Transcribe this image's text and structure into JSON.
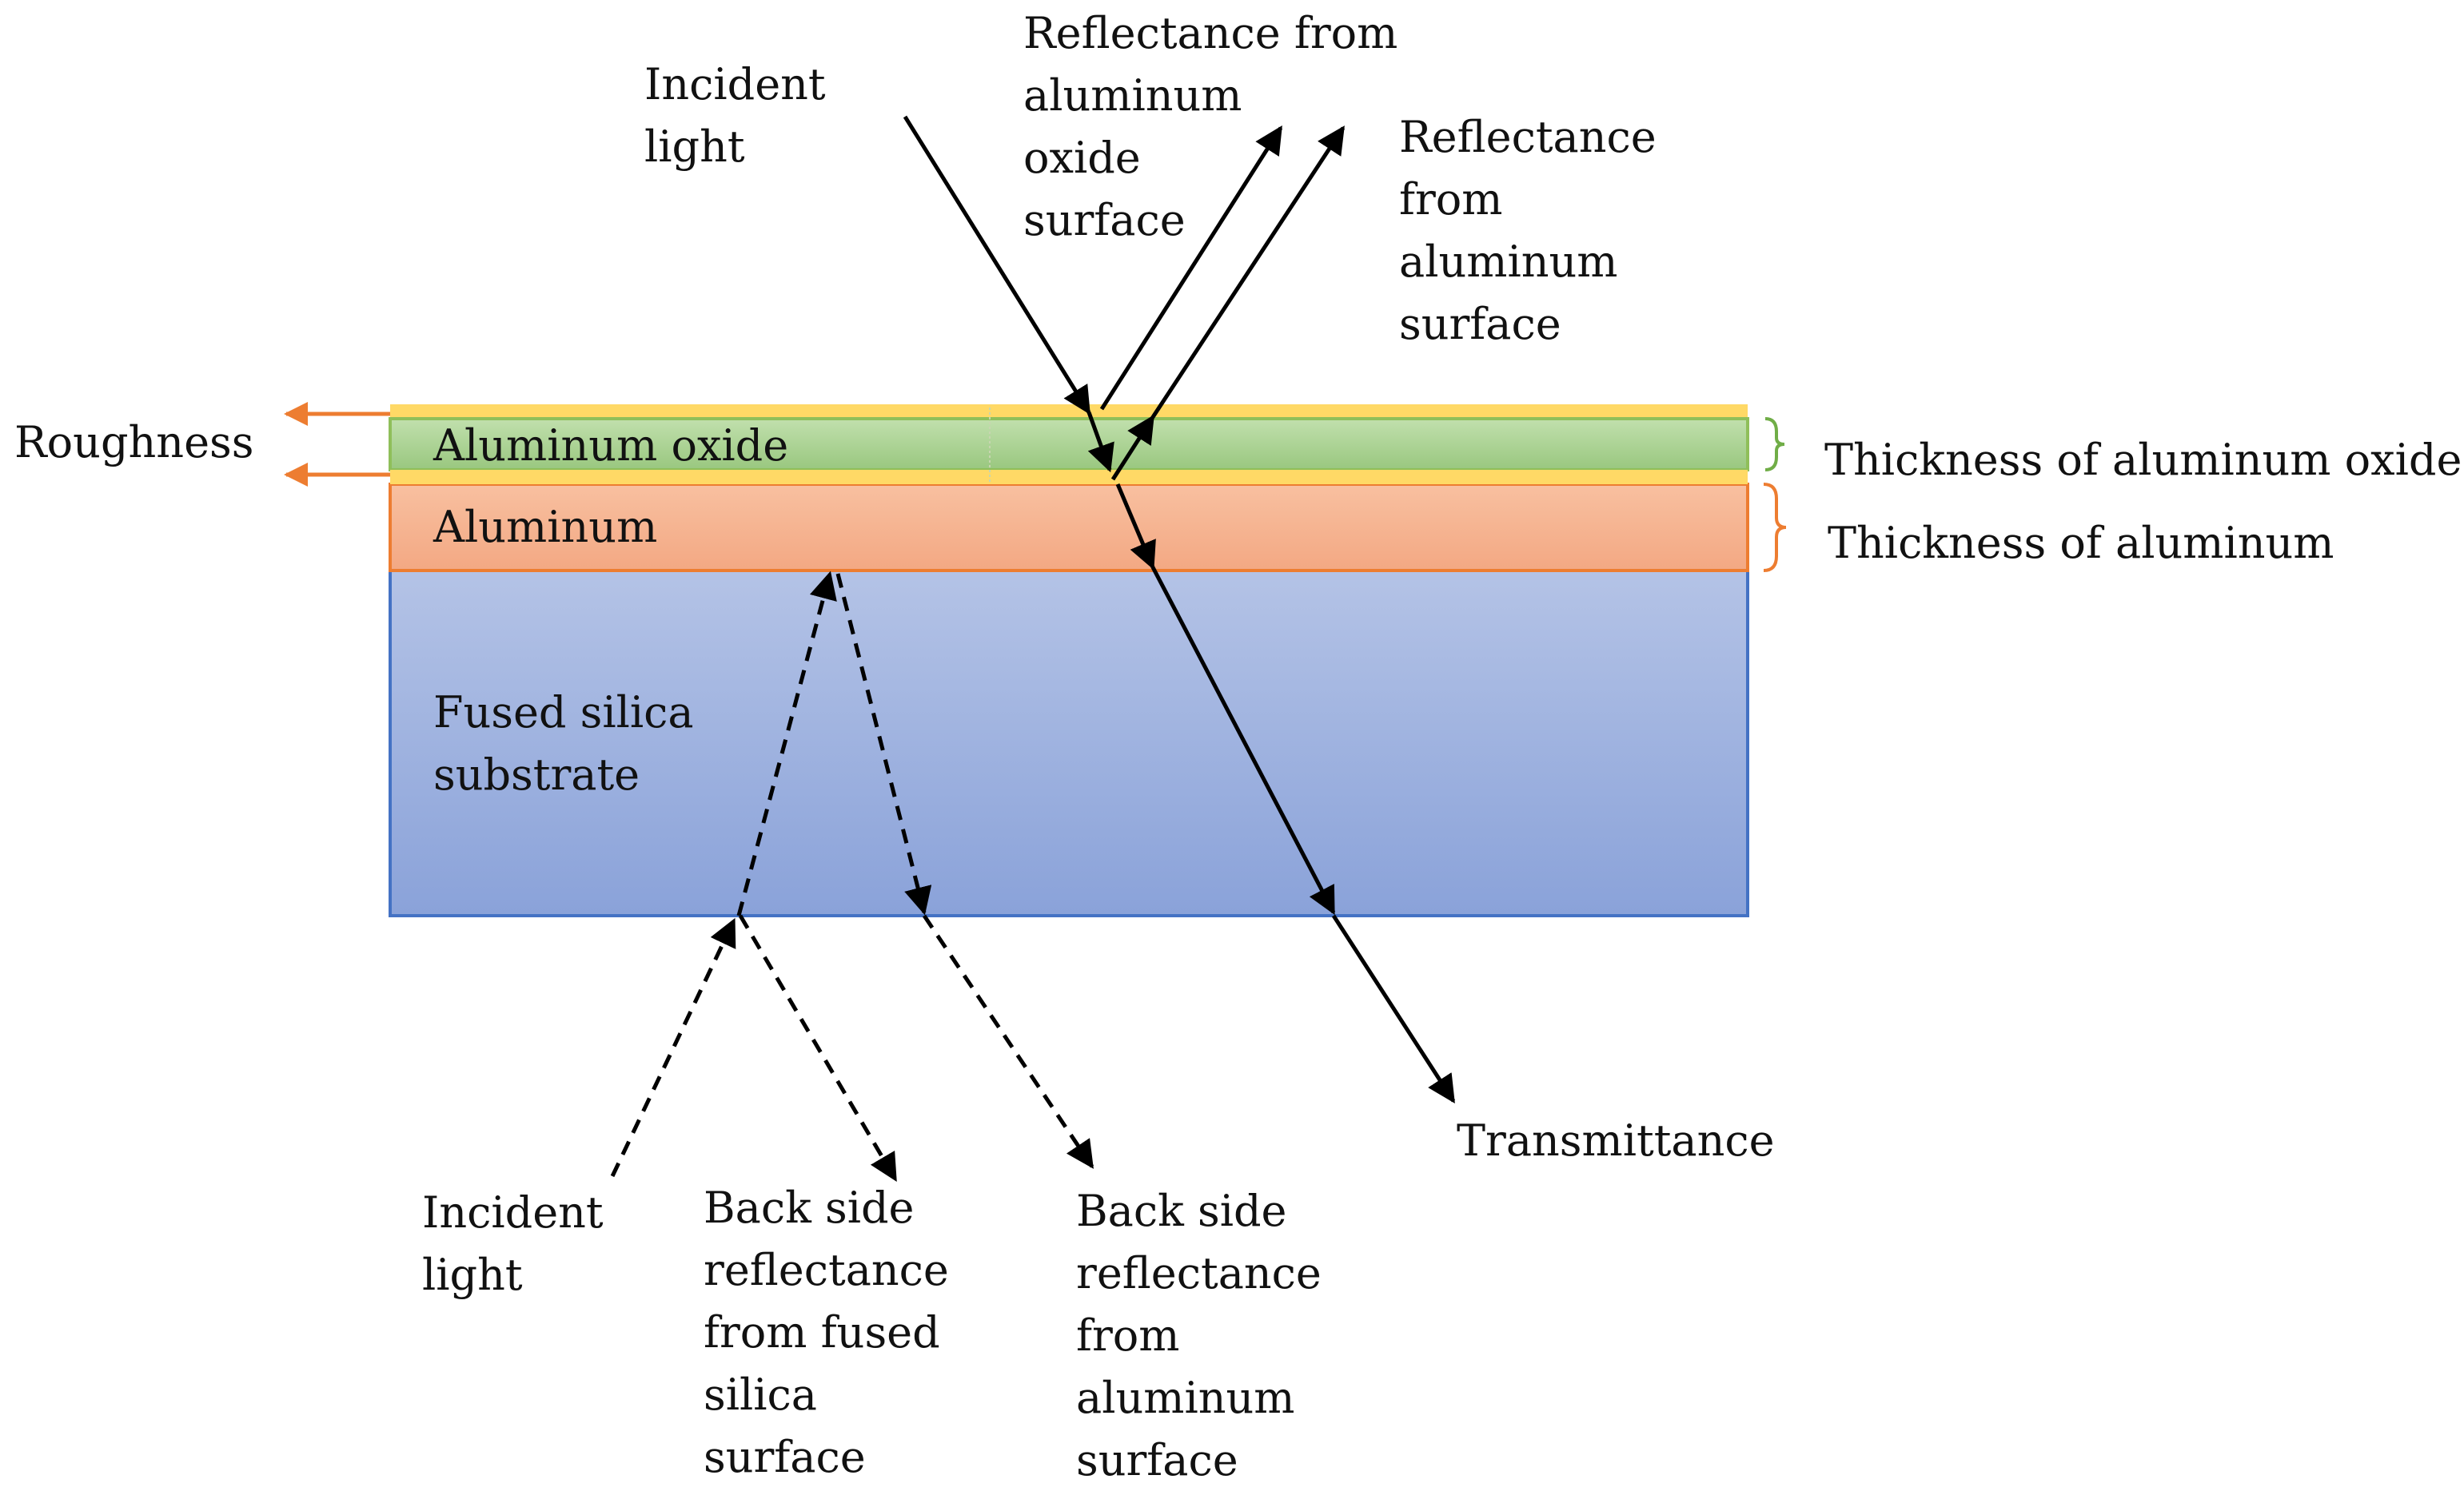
{
  "layers": {
    "oxide": "Aluminum oxide",
    "aluminum": "Aluminum",
    "substrate_line1": "Fused silica",
    "substrate_line2": "substrate"
  },
  "labels": {
    "roughness": "Roughness",
    "thickness_oxide": "Thickness of aluminum oxide",
    "thickness_aluminum": "Thickness of aluminum",
    "incident_top": [
      "Incident",
      "light"
    ],
    "reflect_oxide": [
      "Reflectance from",
      "aluminum",
      "oxide",
      "surface"
    ],
    "reflect_al": [
      "Reflectance",
      "from",
      "aluminum",
      "surface"
    ],
    "transmittance": "Transmittance",
    "incident_bottom": [
      "Incident",
      "light"
    ],
    "back_fused": [
      "Back side",
      "reflectance",
      "from fused",
      "silica",
      "surface"
    ],
    "back_al": [
      "Back side",
      "reflectance",
      "from",
      "aluminum",
      "surface"
    ]
  },
  "colors": {
    "oxide_fill": "#a9d18e",
    "oxide_border": "#70ad47",
    "roughness_fill": "#ffd966",
    "aluminum_fill": "#f4b183",
    "aluminum_border": "#ed7d31",
    "substrate_fill": "#8faadc",
    "substrate_border": "#4472c4",
    "roughness_arrow": "#ed7d31",
    "ray": "#000000"
  }
}
